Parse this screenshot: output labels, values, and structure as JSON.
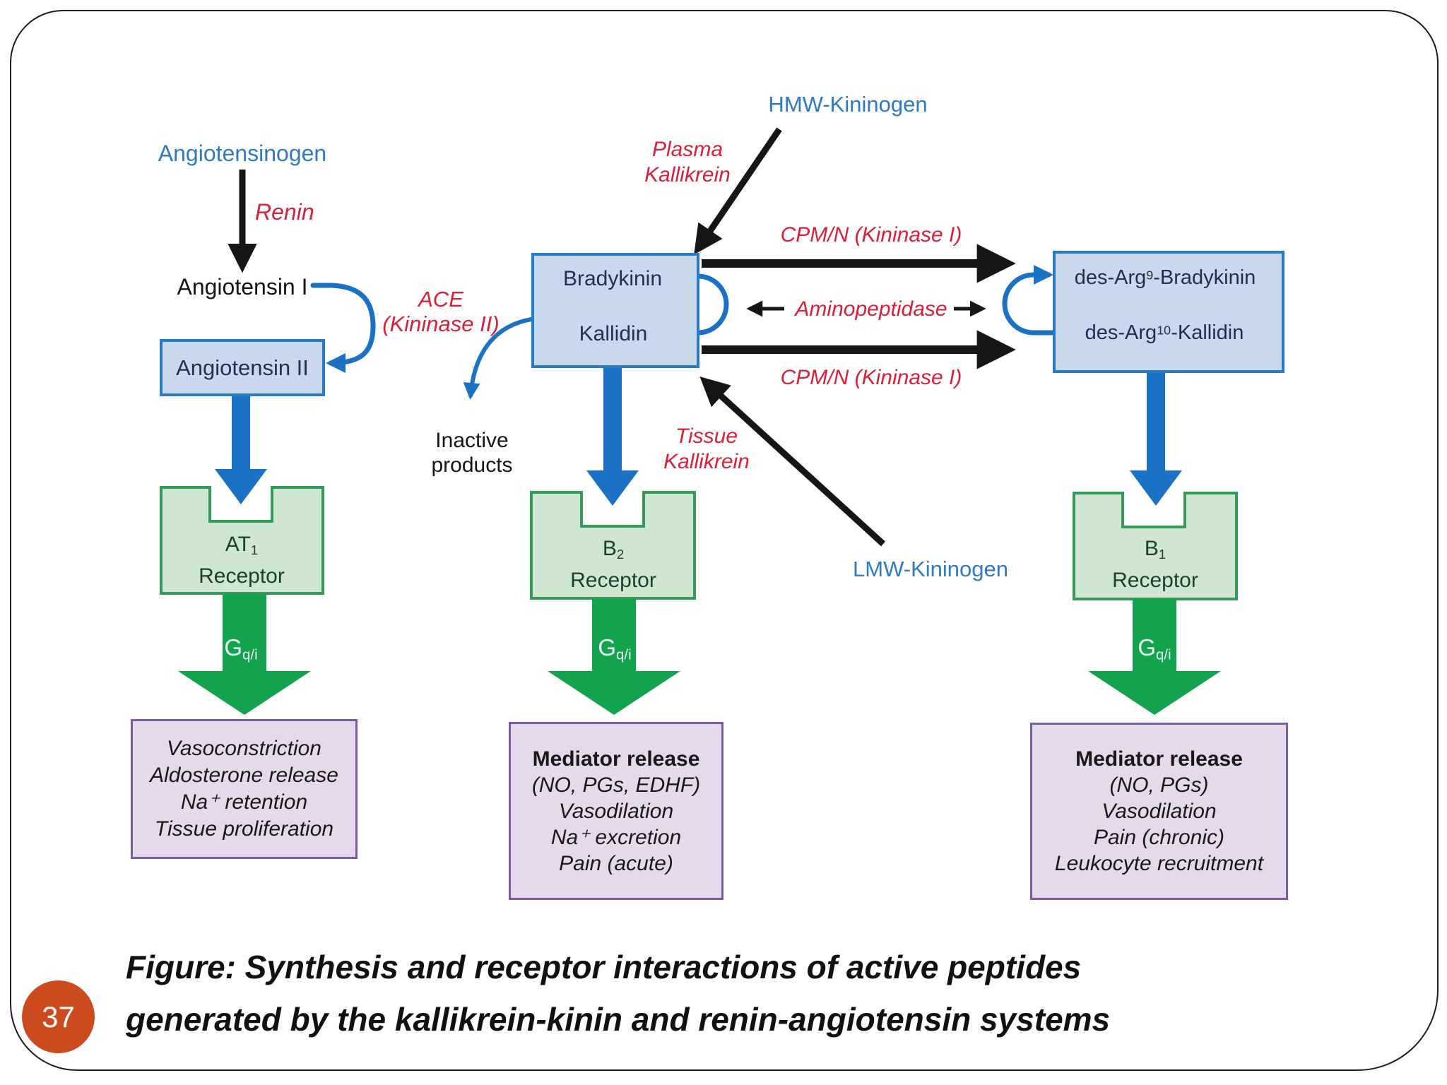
{
  "slide": {
    "page_number": "37",
    "caption_line1": "Figure: Synthesis and receptor interactions of active peptides",
    "caption_line2": "generated by the kallikrein-kinin and renin-angiotensin systems"
  },
  "colors": {
    "blue_label": "#2e7bc1",
    "red_label": "#d92038",
    "blue_arrow": "#1b72c4",
    "green_arrow": "#13a24e",
    "blue_box_fill": "#c9d9ed",
    "blue_box_border": "#2b7bc0",
    "receptor_fill": "#cfe7d0",
    "receptor_border": "#35995a",
    "purple_fill": "#e5d9eb",
    "purple_border": "#7c5ca1",
    "page_circle": "#cb4b1e"
  },
  "nodes": {
    "angiotensinogen": "Angiotensinogen",
    "angiotensin_i": "Angiotensin I",
    "angiotensin_ii": "Angiotensin II",
    "bradykinin": "Bradykinin",
    "kallidin": "Kallidin",
    "des_arg9": {
      "pre": "des-Arg",
      "sup": "9",
      "post": "-Bradykinin"
    },
    "des_arg10": {
      "pre": "des-Arg",
      "sup": "10",
      "post": "-Kallidin"
    },
    "hmw_kininogen": "HMW-Kininogen",
    "lmw_kininogen": "LMW-Kininogen",
    "inactive_products": {
      "line1": "Inactive",
      "line2": "products"
    }
  },
  "enzymes": {
    "renin": "Renin",
    "ace": {
      "line1": "ACE",
      "line2": "(Kininase II)"
    },
    "plasma_kallikrein": {
      "line1": "Plasma",
      "line2": "Kallikrein"
    },
    "tissue_kallikrein": {
      "line1": "Tissue",
      "line2": "Kallikrein"
    },
    "cpmn_top": "CPM/N (Kininase I)",
    "cpmn_bottom": "CPM/N (Kininase I)",
    "aminopeptidase": "Aminopeptidase"
  },
  "receptors": {
    "at1": {
      "pre": "AT",
      "sub": "1",
      "word": "Receptor"
    },
    "b2": {
      "pre": "B",
      "sub": "2",
      "word": "Receptor"
    },
    "b1": {
      "pre": "B",
      "sub": "1",
      "word": "Receptor"
    }
  },
  "g_protein": {
    "main": "G",
    "sub": "q/i"
  },
  "effects": {
    "at1": {
      "lines": [
        "Vasoconstriction",
        "Aldosterone release",
        "Na⁺ retention",
        "Tissue proliferation"
      ]
    },
    "b2": {
      "title": "Mediator release",
      "lines": [
        "(NO, PGs, EDHF)",
        "Vasodilation",
        "Na⁺ excretion",
        "Pain (acute)"
      ]
    },
    "b1": {
      "title": "Mediator release",
      "lines": [
        "(NO, PGs)",
        "Vasodilation",
        "Pain (chronic)",
        "Leukocyte recruitment"
      ]
    }
  }
}
